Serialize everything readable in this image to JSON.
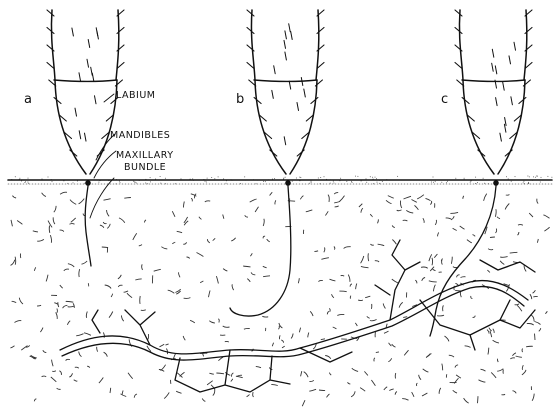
{
  "panels": [
    {
      "letter": "a"
    },
    {
      "letter": "b"
    },
    {
      "letter": "c"
    }
  ],
  "labels": {
    "labium": "LABIUM",
    "mandibles": "MANDIBLES",
    "maxillary": "MAXILLARY",
    "bundle": "BUNDLE"
  },
  "colors": {
    "ink": "#111111",
    "background": "#ffffff"
  }
}
